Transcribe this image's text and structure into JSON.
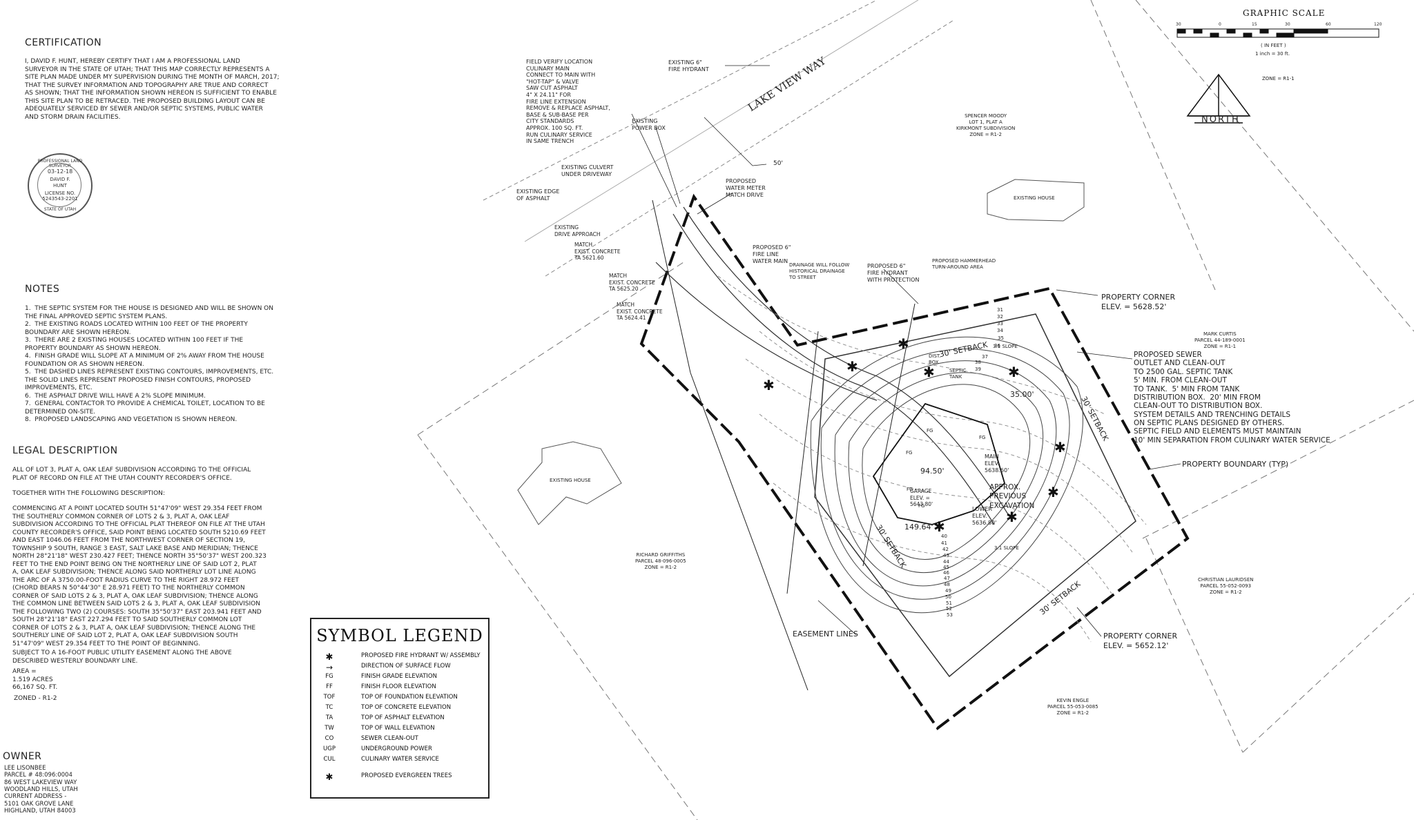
{
  "certification": {
    "heading": "CERTIFICATION",
    "body": "I, DAVID F. HUNT, HEREBY CERTIFY THAT I AM A PROFESSIONAL LAND\nSURVEYOR IN THE STATE OF UTAH; THAT THIS MAP CORRECTLY REPRESENTS A\nSITE PLAN MADE UNDER MY SUPERVISION DURING THE MONTH OF MARCH, 2017;\nTHAT THE SURVEY INFORMATION AND TOPOGRAPHY ARE TRUE AND CORRECT\nAS SHOWN; THAT THE INFORMATION SHOWN HEREON IS SUFFICIENT TO ENABLE\nTHIS SITE PLAN TO BE RETRACED. THE PROPOSED BUILDING LAYOUT CAN BE\nADEQUATELY SERVICED BY SEWER AND/OR SEPTIC SYSTEMS, PUBLIC WATER\nAND STORM DRAIN FACILITIES."
  },
  "seal": {
    "date": "03-12-18",
    "name_1": "DAVID F.",
    "name_2": "HUNT",
    "license_label": "LICENSE NO.",
    "license_no": "5243543-2201",
    "ring_top": "PROFESSIONAL LAND SURVEYOR",
    "ring_bottom": "STATE OF UTAH"
  },
  "notes": {
    "heading": "NOTES",
    "body": "1.  THE SEPTIC SYSTEM FOR THE HOUSE IS DESIGNED AND WILL BE SHOWN ON\nTHE FINAL APPROVED SEPTIC SYSTEM PLANS.\n2.  THE EXISTING ROADS LOCATED WITHIN 100 FEET OF THE PROPERTY\nBOUNDARY ARE SHOWN HEREON.\n3.  THERE ARE 2 EXISTING HOUSES LOCATED WITHIN 100 FEET IF THE\nPROPERTY BOUNDARY AS SHOWN HEREON.\n4.  FINISH GRADE WILL SLOPE AT A MINIMUM OF 2% AWAY FROM THE HOUSE\nFOUNDATION OR AS SHOWN HEREON.\n5.  THE DASHED LINES REPRESENT EXISTING CONTOURS, IMPROVEMENTS, ETC.\nTHE SOLID LINES REPRESENT PROPOSED FINISH CONTOURS, PROPOSED\nIMPROVEMENTS, ETC.\n6.  THE ASPHALT DRIVE WILL HAVE A 2% SLOPE MINIMUM.\n7.  GENERAL CONTACTOR TO PROVIDE A CHEMICAL TOILET, LOCATION TO BE\nDETERMINED ON-SITE.\n8.  PROPOSED LANDSCAPING AND VEGETATION IS SHOWN HEREON."
  },
  "legal": {
    "heading": "LEGAL DESCRIPTION",
    "p1": "ALL OF LOT 3, PLAT A, OAK LEAF SUBDIVISION ACCORDING TO THE OFFICIAL\nPLAT OF RECORD ON FILE AT THE UTAH COUNTY RECORDER'S OFFICE.",
    "p2": "TOGETHER WITH THE FOLLOWING DESCRIPTION:",
    "p3": "COMMENCING AT A POINT LOCATED SOUTH 51°47'09\" WEST 29.354 FEET FROM\nTHE SOUTHERLY COMMON CORNER OF LOTS 2 & 3, PLAT A, OAK LEAF\nSUBDIVISION ACCORDING TO THE OFFICIAL PLAT THEREOF ON FILE AT THE UTAH\nCOUNTY RECORDER'S OFFICE, SAID POINT BEING LOCATED SOUTH 5210.69 FEET\nAND EAST 1046.06 FEET FROM THE NORTHWEST CORNER OF SECTION 19,\nTOWNSHIP 9 SOUTH, RANGE 3 EAST, SALT LAKE BASE AND MERIDIAN; THENCE\nNORTH 28°21'18\" WEST 230.427 FEET; THENCE NORTH 35°50'37\" WEST 200.323\nFEET TO THE END POINT BEING ON THE NORTHERLY LINE OF SAID LOT 2, PLAT\nA, OAK LEAF SUBDIVISION; THENCE ALONG SAID NORTHERLY LOT LINE ALONG\nTHE ARC OF A 3750.00-FOOT RADIUS CURVE TO THE RIGHT 28.972 FEET\n(CHORD BEARS N 50°44'30\" E 28.971 FEET) TO THE NORTHERLY COMMON\nCORNER OF SAID LOTS 2 & 3, PLAT A, OAK LEAF SUBDIVISION; THENCE ALONG\nTHE COMMON LINE BETWEEN SAID LOTS 2 & 3, PLAT A, OAK LEAF SUBDIVISION\nTHE FOLLOWING TWO (2) COURSES: SOUTH 35°50'37\" EAST 203.941 FEET AND\nSOUTH 28°21'18\" EAST 227.294 FEET TO SAID SOUTHERLY COMMON LOT\nCORNER OF LOTS 2 & 3, PLAT A, OAK LEAF SUBDIVISION; THENCE ALONG THE\nSOUTHERLY LINE OF SAID LOT 2, PLAT A, OAK LEAF SUBDIVISION SOUTH\n51°47'09\" WEST 29.354 FEET TO THE POINT OF BEGINNING.",
    "p4": "SUBJECT TO A 16-FOOT PUBLIC UTILITY EASEMENT ALONG THE ABOVE\nDESCRIBED WESTERLY BOUNDARY LINE.",
    "area": "AREA =\n1.519 ACRES\n66,167 SQ. FT.",
    "zoned": "ZONED - R1-2"
  },
  "owner": {
    "heading": "OWNER",
    "body": "LEE LISONBEE\nPARCEL # 48:096:0004\n86 WEST LAKEVIEW WAY\nWOODLAND HILLS, UTAH\nCURRENT ADDRESS -\n5101 OAK GROVE LANE\nHIGHLAND, UTAH 84003"
  },
  "legend": {
    "title": "SYMBOL LEGEND",
    "items": [
      {
        "symbol": "✱",
        "label": "PROPOSED FIRE HYDRANT W/ ASSEMBLY"
      },
      {
        "symbol": "→",
        "label": "DIRECTION OF SURFACE FLOW"
      },
      {
        "symbol": "FG",
        "label": "FINISH GRADE ELEVATION"
      },
      {
        "symbol": "FF",
        "label": "FINISH FLOOR ELEVATION"
      },
      {
        "symbol": "TOF",
        "label": "TOP OF FOUNDATION ELEVATION"
      },
      {
        "symbol": "TC",
        "label": "TOP OF CONCRETE ELEVATION"
      },
      {
        "symbol": "TA",
        "label": "TOP OF ASPHALT ELEVATION"
      },
      {
        "symbol": "TW",
        "label": "TOP OF WALL ELEVATION"
      },
      {
        "symbol": "CO",
        "label": "SEWER CLEAN-OUT"
      },
      {
        "symbol": "UGP",
        "label": "UNDERGROUND POWER"
      },
      {
        "symbol": "CUL",
        "label": "CULINARY WATER SERVICE"
      },
      {
        "symbol": "✱",
        "label": "PROPOSED EVERGREEN TREES"
      }
    ]
  },
  "scale": {
    "title": "GRAPHIC SCALE",
    "ticks": [
      "30",
      "0",
      "15",
      "30",
      "60",
      "120"
    ],
    "unit": "( IN FEET )",
    "ratio": "1 inch = 30 ft."
  },
  "north": {
    "label": "NORTH"
  },
  "plan_labels": {
    "road": "LAKE VIEW WAY",
    "road_width": "50'",
    "field_verify": "FIELD VERIFY LOCATION\nCULINARY MAIN\nCONNECT TO MAIN WITH\n\"HOT-TAP\" & VALVE\nSAW CUT ASPHALT\n4\" X 24.11\" FOR\nFIRE LINE EXTENSION\nREMOVE & REPLACE ASPHALT,\nBASE & SUB-BASE PER\nCITY STANDARDS\nAPPROX. 100 SQ. FT.\nRUN CULINARY SERVICE\nIN SAME TRENCH",
    "existing_hydrant": "EXISTING 6\"\nFIRE HYDRANT",
    "power_box": "EXISTING\nPOWER BOX",
    "culvert": "EXISTING CULVERT\nUNDER DRIVEWAY",
    "edge_asphalt": "EXISTING EDGE\nOF ASPHALT",
    "drive_approach": "EXISTING\nDRIVE APPROACH",
    "match1": "MATCH\nEXIST. CONCRETE\nTA 5621.60",
    "match2": "MATCH\nEXIST. CONCRETE\nTA 5625.20",
    "match3": "MATCH\nEXIST. CONCRETE\nTA 5624.41",
    "water_meter": "PROPOSED\nWATER METER\nMATCH DRIVE",
    "fire_line": "PROPOSED 6\"\nFIRE LINE\nWATER MAIN",
    "drainage": "DRAINAGE WILL FOLLOW\nHISTORICAL DRAINAGE\nTO STREET",
    "fire_hydrant": "PROPOSED 6\"\nFIRE HYDRANT\nWITH PROTECTION",
    "hammerhead": "PROPOSED HAMMERHEAD\nTURN-AROUND AREA",
    "spencer": "SPENCER MOODY\nLOT 1, PLAT A\nKIRKMONT SUBDIVISION\nZONE = R1-2",
    "zone_r11": "ZONE = R1-1",
    "existing_house_1": "EXISTING HOUSE",
    "existing_house_2": "EXISTING HOUSE",
    "prop_corner_n": "PROPERTY CORNER\nELEV. = 5628.52'",
    "mark_curtis": "MARK CURTIS\nPARCEL 44-189-0001\nZONE = R1-1",
    "sewer": "PROPOSED SEWER\nOUTLET AND CLEAN-OUT\nTO 2500 GAL. SEPTIC TANK\n5' MIN. FROM CLEAN-OUT\nTO TANK.  5' MIN FROM TANK\nDISTRIBUTION BOX.  20' MIN FROM\nCLEAN-OUT TO DISTRIBUTION BOX.\nSYSTEM DETAILS AND TRENCHING DETAILS\nON SEPTIC PLANS DESIGNED BY OTHERS.\nSEPTIC FIELD AND ELEMENTS MUST MAINTAIN\n10' MIN SEPARATION FROM CULINARY WATER SERVICE",
    "boundary": "PROPERTY BOUNDARY (TYP)",
    "christian": "CHRISTIAN LAURIDSEN\nPARCEL 55-052-0093\nZONE = R1-2",
    "prop_corner_s": "PROPERTY CORNER\nELEV. = 5652.12'",
    "kevin": "KEVIN ENGLE\nPARCEL 55-053-0085\nZONE = R1-2",
    "richard": "RICHARD GRIFFITHS\nPARCEL 48-096-0005\nZONE = R1-2",
    "easement": "EASEMENT LINES",
    "setback_top": "30' SETBACK",
    "setback_right": "30' SETBACK",
    "setback_left": "30' SETBACK",
    "setback_bottom": "30' SETBACK",
    "main_elev": "MAIN\nELEV.\n5638.60'",
    "lower_elev": "LOWER\nELEV.\n5636.80'",
    "garage_elev": "GARAGE\nELEV. =\n5643.80'",
    "excavation": "APPROX.\nPREVIOUS\nEXCAVATION",
    "dim_35": "35.00'",
    "dim_94": "94.50'",
    "dim_149": "149.64'",
    "slope_top": "3:1 SLOPE",
    "slope_bottom": "3:1 SLOPE",
    "dist_box": "DIST.\nBOX",
    "septic_tank": "SEPTIC\nTANK",
    "fg_samples": [
      "FG",
      "FG",
      "FG",
      "FG",
      "FG"
    ],
    "contour_numbers": [
      "31",
      "32",
      "33",
      "34",
      "35",
      "36",
      "37",
      "38",
      "39",
      "40",
      "41",
      "42",
      "43",
      "44",
      "45",
      "46",
      "47",
      "48",
      "49",
      "50",
      "51",
      "52",
      "53"
    ]
  }
}
